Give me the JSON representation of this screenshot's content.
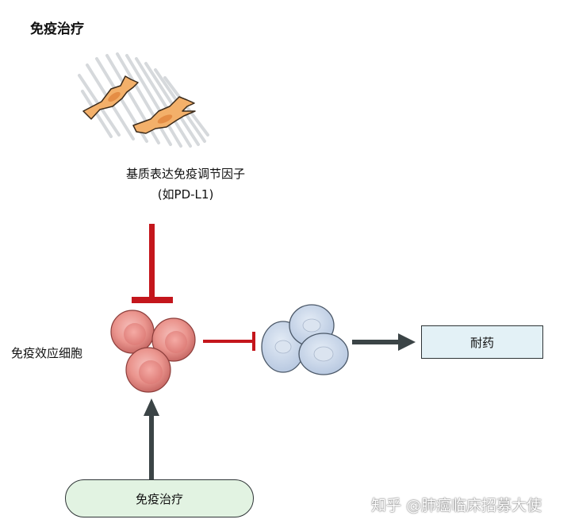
{
  "title": "免疫治疗",
  "stroma_factor": {
    "line1": "基质表达免疫调节因子",
    "line2": "(如PD-L1)"
  },
  "effector_label": "免疫效应细胞",
  "resistance_label": "耐药",
  "therapy_label": "免疫治疗",
  "watermark": "知乎 @肺癌临床招募大使",
  "colors": {
    "inhibit": "#c4161c",
    "arrow": "#3b4446",
    "fibroblast": "#f3b06a",
    "effector_cell": "#e9908a",
    "tumor_cell": "#c9d7ea",
    "resist_box": "#e3f1f6",
    "therapy_pill": "#e2f3e2"
  },
  "icons": [
    "fibroblast-cell-icon",
    "effector-cell-icon",
    "tumor-cell-icon",
    "inhibition-bar-icon",
    "activation-arrow-icon"
  ]
}
